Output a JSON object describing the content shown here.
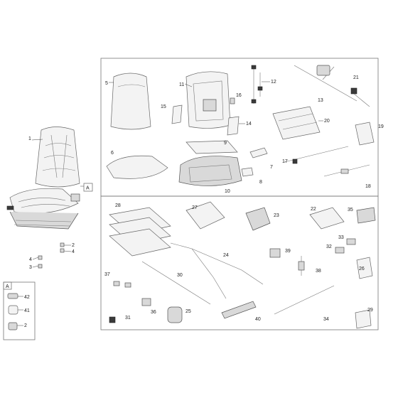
{
  "diagram": {
    "callouts": {
      "c1": "1",
      "c2": "2",
      "c3": "3",
      "c4": "4",
      "c5": "5",
      "c6": "6",
      "c7": "7",
      "c8": "8",
      "c9": "9",
      "c10": "10",
      "c11": "11",
      "c12": "12",
      "c13": "13",
      "c14": "14",
      "c15": "15",
      "c16": "16",
      "c17": "17",
      "c18": "18",
      "c19": "19",
      "c20": "20",
      "c21": "21",
      "c22": "22",
      "c23": "23",
      "c24": "24",
      "c25": "25",
      "c26": "26",
      "c27": "27",
      "c28": "28",
      "c29": "29",
      "c30": "30",
      "c31": "31",
      "c32": "32",
      "c33": "33",
      "c34": "34",
      "c35": "35",
      "c36": "36",
      "c37": "37",
      "c38": "38",
      "c39": "39",
      "c40": "40",
      "c41": "41",
      "c42": "42",
      "c2b": "2",
      "c4b": "4"
    },
    "box_label_main": "A",
    "box_label_detail": "A"
  }
}
